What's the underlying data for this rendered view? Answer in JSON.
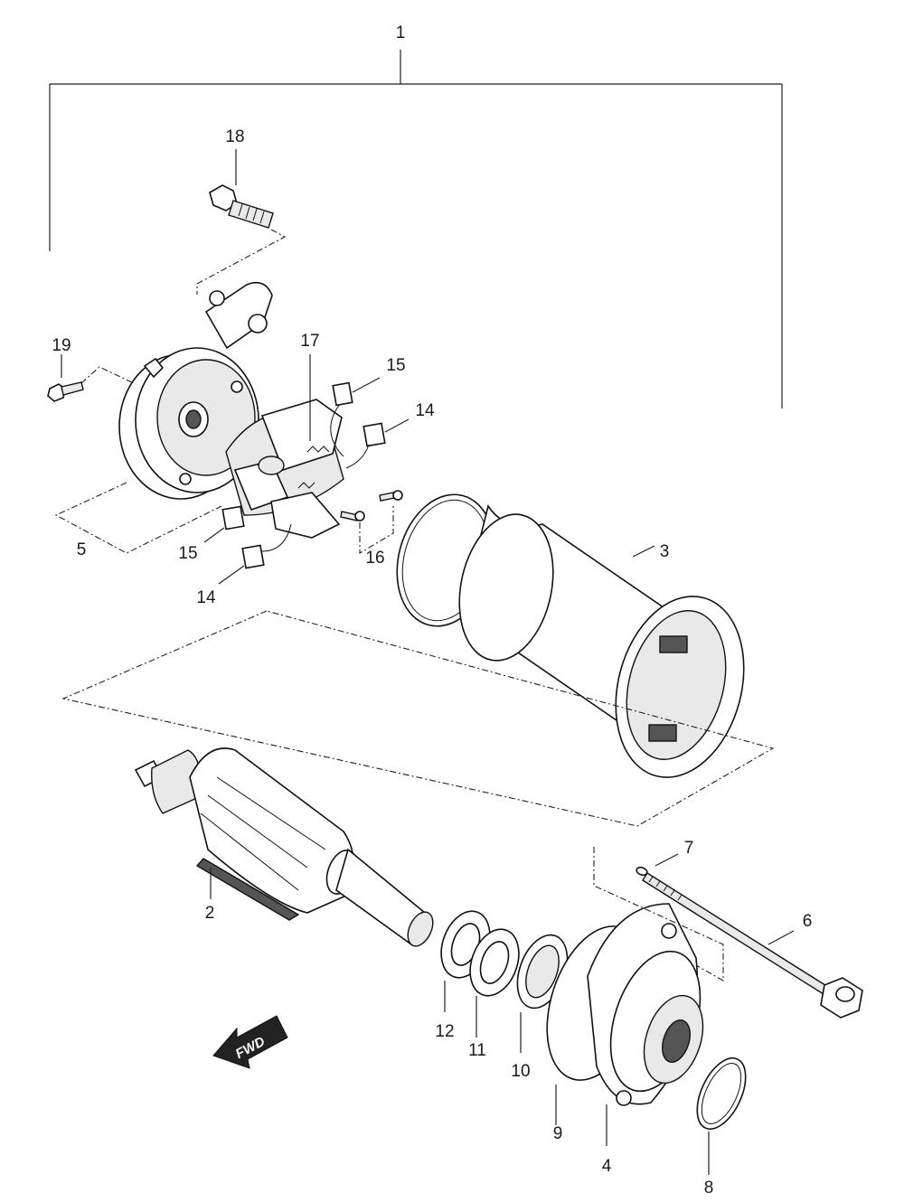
{
  "diagram": {
    "direction_label": "FWD",
    "callouts": {
      "c1": "1",
      "c2": "2",
      "c3": "3",
      "c4": "4",
      "c5": "5",
      "c6": "6",
      "c7": "7",
      "c8": "8",
      "c9": "9",
      "c10": "10",
      "c11": "11",
      "c12": "12",
      "c14a": "14",
      "c14b": "14",
      "c15a": "15",
      "c15b": "15",
      "c16": "16",
      "c17": "17",
      "c18": "18",
      "c19": "19"
    }
  }
}
